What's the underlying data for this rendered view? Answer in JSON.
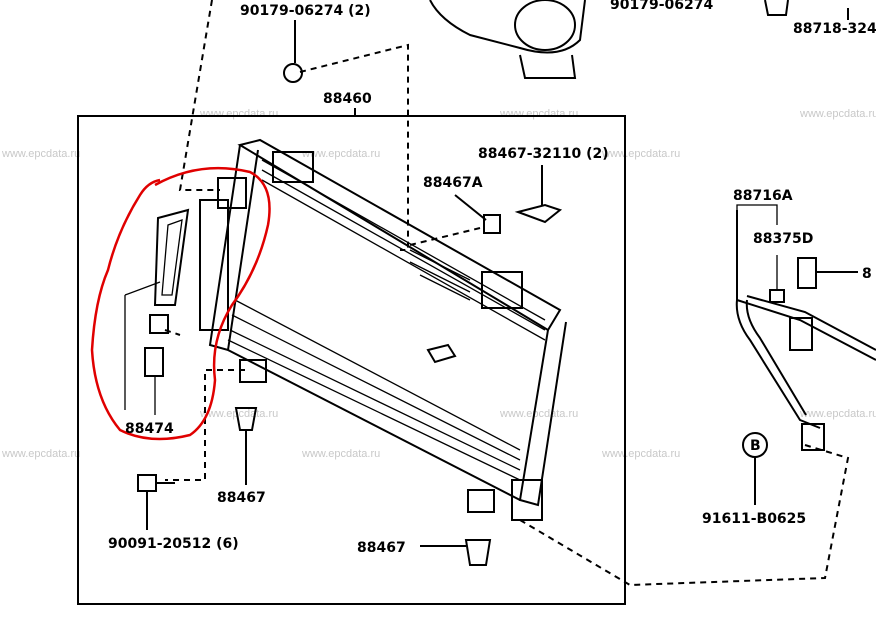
{
  "watermark": "www.epcdata.ru",
  "labels": {
    "top_bolt_left": "90179-06274 (2)",
    "top_bolt_right": "90179-06274",
    "top_right_part": "88718-324",
    "condenser": "88460",
    "bolt_set": "88467-32110 (2)",
    "cushion": "88467A",
    "pipe": "88716A",
    "pipe_oring": "88375D",
    "right_cut": "8",
    "receiver": "88474",
    "bracket_left": "88467",
    "bolt_bottom": "90091-20512 (6)",
    "bracket_bottom": "88467",
    "callout_b": "B",
    "clamp_bolt": "91611-B0625"
  },
  "colors": {
    "highlight": "#e00000"
  }
}
